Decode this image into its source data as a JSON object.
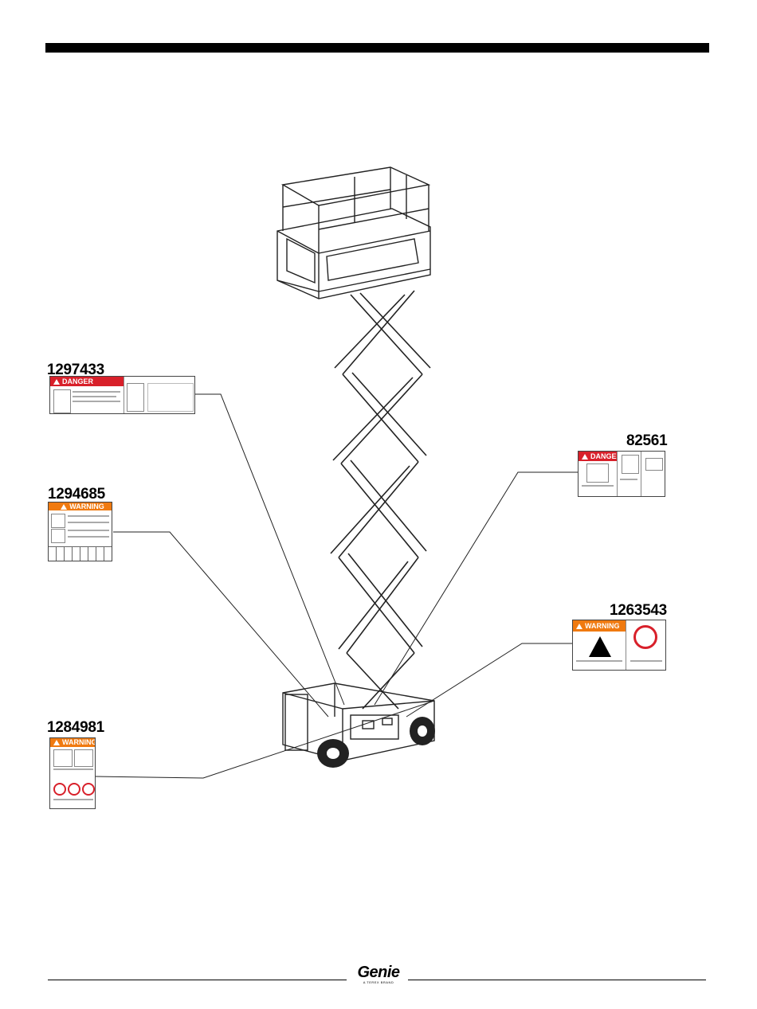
{
  "decals": [
    {
      "part_number": "1297433",
      "header": "DANGER",
      "color": "#d8202a"
    },
    {
      "part_number": "1294685",
      "header": "WARNING",
      "color": "#f07a10"
    },
    {
      "part_number": "1284981",
      "header": "WARNING",
      "color": "#f07a10"
    },
    {
      "part_number": "82561",
      "header": "DANGER",
      "color": "#d8202a"
    },
    {
      "part_number": "1263543",
      "header": "WARNING",
      "color": "#f07a10"
    }
  ],
  "footer": {
    "logo": "Genie",
    "logo_sub": "A TEREX BRAND"
  },
  "colors": {
    "danger": "#d8202a",
    "warning": "#f07a10"
  }
}
